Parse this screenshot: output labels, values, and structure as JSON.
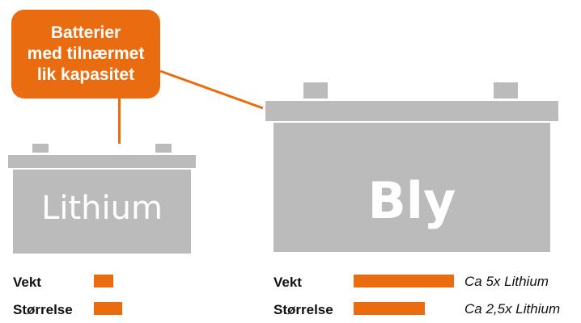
{
  "callout": {
    "lines": [
      "Batterier",
      "med tilnærmet",
      "lik kapasitet"
    ],
    "color": "#e96d10"
  },
  "batteries": [
    {
      "name": "Lithium",
      "color": "#bbbbbb"
    },
    {
      "name": "Bly",
      "color": "#bbbbbb"
    }
  ],
  "comparison": {
    "labels": {
      "weight": "Vekt",
      "size": "Størrelse"
    },
    "lithium": {
      "weight_relative": 1,
      "size_relative": 1
    },
    "lead": {
      "weight_relative": 5,
      "size_relative": 2.5,
      "weight_note": "Ca 5x Lithium",
      "size_note": "Ca 2,5x Lithium"
    }
  }
}
